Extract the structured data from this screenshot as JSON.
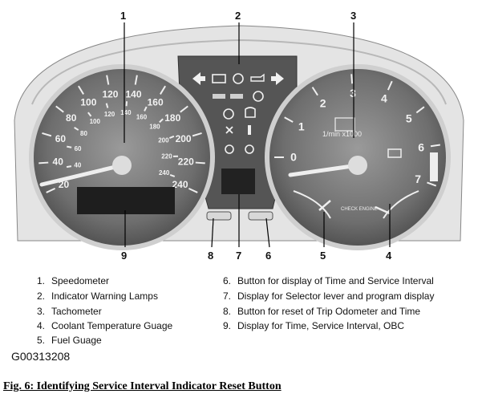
{
  "callouts": [
    "1",
    "2",
    "3",
    "4",
    "5",
    "6",
    "7",
    "8",
    "9"
  ],
  "legend": [
    {
      "num": "1.",
      "text": "Speedometer"
    },
    {
      "num": "2.",
      "text": "Indicator Warning Lamps"
    },
    {
      "num": "3.",
      "text": "Tachometer"
    },
    {
      "num": "4.",
      "text": "Coolant Temperature Guage"
    },
    {
      "num": "5.",
      "text": "Fuel Guage"
    },
    {
      "num": "6.",
      "text": "Button for display of Time and Service Interval"
    },
    {
      "num": "7.",
      "text": "Display for Selector lever and program display"
    },
    {
      "num": "8.",
      "text": "Button for reset of Trip Odometer and Time"
    },
    {
      "num": "9.",
      "text": "Display for Time, Service Interval, OBC"
    }
  ],
  "speedo_ticks": [
    "20",
    "40",
    "60",
    "80",
    "100",
    "120",
    "140",
    "160",
    "180",
    "200",
    "220",
    "240"
  ],
  "speedo_inner": [
    "40",
    "60",
    "80",
    "100",
    "120",
    "140",
    "160",
    "180",
    "200",
    "220",
    "240"
  ],
  "tacho_ticks": [
    "0",
    "1",
    "2",
    "3",
    "4",
    "5",
    "6",
    "7"
  ],
  "tacho_label": "1/min x1000",
  "fuel_label": "CHECK ENGINE",
  "image_code": "G00313208",
  "caption": "Fig. 6: Identifying Service Interval Indicator Reset Button"
}
